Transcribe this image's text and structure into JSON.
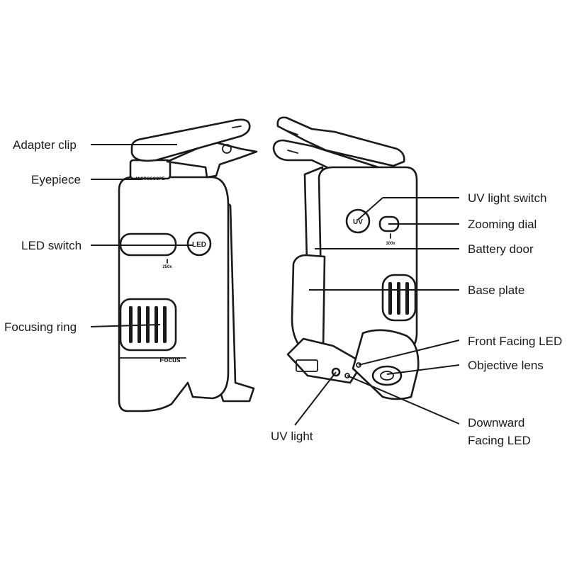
{
  "labels": {
    "adapter_clip": "Adapter clip",
    "eyepiece": "Eyepiece",
    "led_switch": "LED switch",
    "focusing_ring": "Focusing ring",
    "uv_light_switch": "UV light switch",
    "zooming_dial": "Zooming dial",
    "battery_door": "Battery door",
    "base_plate": "Base plate",
    "front_facing_led": "Front Facing LED",
    "objective_lens": "Objective lens",
    "downward_facing_led_line1": "Downward",
    "downward_facing_led_line2": "Facing LED",
    "uv_light": "UV light"
  },
  "device_markings": {
    "led_button": "LED",
    "uv_button": "UV",
    "front_magnification": "250x",
    "back_magnification": "100x",
    "focus": "Focus",
    "eyepiece_text": "MICROSCOPE"
  }
}
